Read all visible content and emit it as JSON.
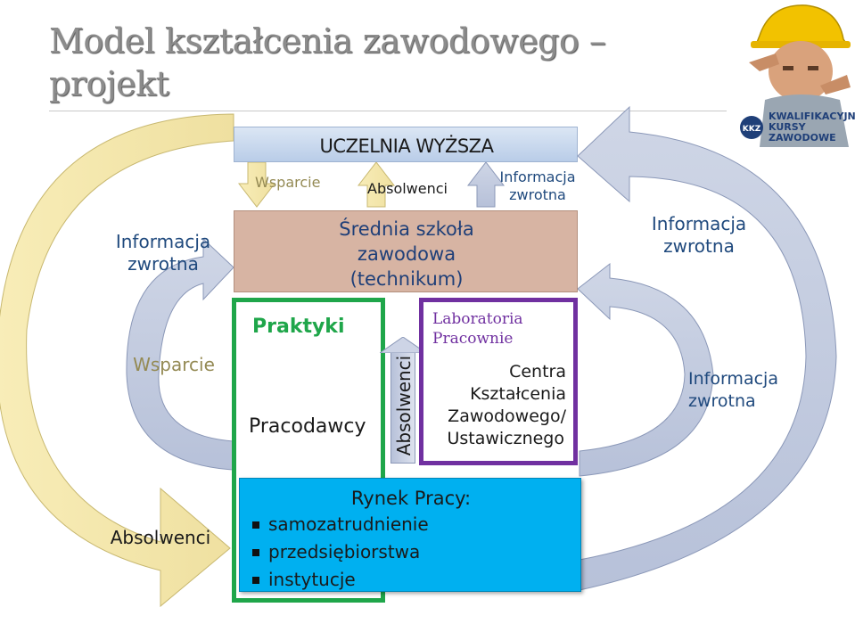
{
  "title": "Model kształcenia zawodowego – projekt",
  "logo": {
    "text_line1": "KWALIFIKACYJNE",
    "text_line2": "KURSY",
    "text_line3": "ZAWODOWE",
    "badge": "KKZ"
  },
  "university": {
    "label": "UCZELNIA WYŻSZA"
  },
  "school": {
    "label_line1": "Średnia szkoła",
    "label_line2": "zawodowa",
    "label_line3": "(technikum)"
  },
  "top_arrows": {
    "support": "Wsparcie",
    "graduates": "Absolwenci",
    "feedback_line1": "Informacja",
    "feedback_line2": "zwrotna"
  },
  "left_loop": {
    "feedback_line1": "Informacja",
    "feedback_line2": "zwrotna",
    "support": "Wsparcie",
    "graduates": "Absolwenci"
  },
  "right_loop": {
    "feedback_outer_line1": "Informacja",
    "feedback_outer_line2": "zwrotna",
    "feedback_inner_line1": "Informacja",
    "feedback_inner_line2": "zwrotna"
  },
  "employers": {
    "practice": "Praktyki",
    "label": "Pracodawcy"
  },
  "vertical_graduates": "Absolwenci",
  "centres": {
    "heading_line1": "Laboratoria",
    "heading_line2": "Pracownie",
    "label_line1": "Centra",
    "label_line2": "Kształcenia",
    "label_line3": "Zawodowego/",
    "label_line4": "Ustawicznego"
  },
  "labour_market": {
    "heading": "Rynek Pracy:",
    "items": [
      "samozatrudnienie",
      "przedsiębiorstwa",
      "instytucje"
    ]
  },
  "colors": {
    "university_bg": "#c5d9f1",
    "school_bg": "#d7b4a3",
    "green_border": "#1fa64a",
    "purple_border": "#7030a0",
    "market_bg": "#00b0f0",
    "olive_text": "#948a54",
    "blue_text": "#1f497d",
    "purple_text": "#7030a0"
  }
}
